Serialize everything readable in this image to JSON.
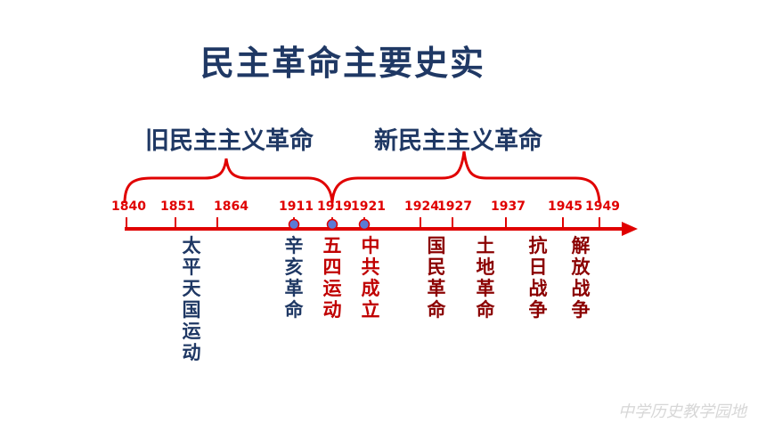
{
  "title": "民主革命主要史实",
  "eras": {
    "old": "旧民主主义革命",
    "new": "新民主主义革命"
  },
  "years": [
    "1840",
    "1851",
    "1864",
    "1911",
    "1919",
    "1921",
    "1924",
    "1927",
    "1937",
    "1945",
    "1949"
  ],
  "events": [
    {
      "text": "太平天国运动",
      "color": "#1f3864"
    },
    {
      "text": "辛亥革命",
      "color": "#1f3864"
    },
    {
      "text": "五四运动",
      "color": "#c00000"
    },
    {
      "text": "中共成立",
      "color": "#c00000"
    },
    {
      "text": "国民革命",
      "color": "#8b0000"
    },
    {
      "text": "土地革命",
      "color": "#8b0000"
    },
    {
      "text": "抗日战争",
      "color": "#8b0000"
    },
    {
      "text": "解放战争",
      "color": "#8b0000"
    }
  ],
  "colors": {
    "axis": "#e00000",
    "title": "#1f3864",
    "marker": "#5b7bd5"
  },
  "watermark": "中学历史教学园地"
}
